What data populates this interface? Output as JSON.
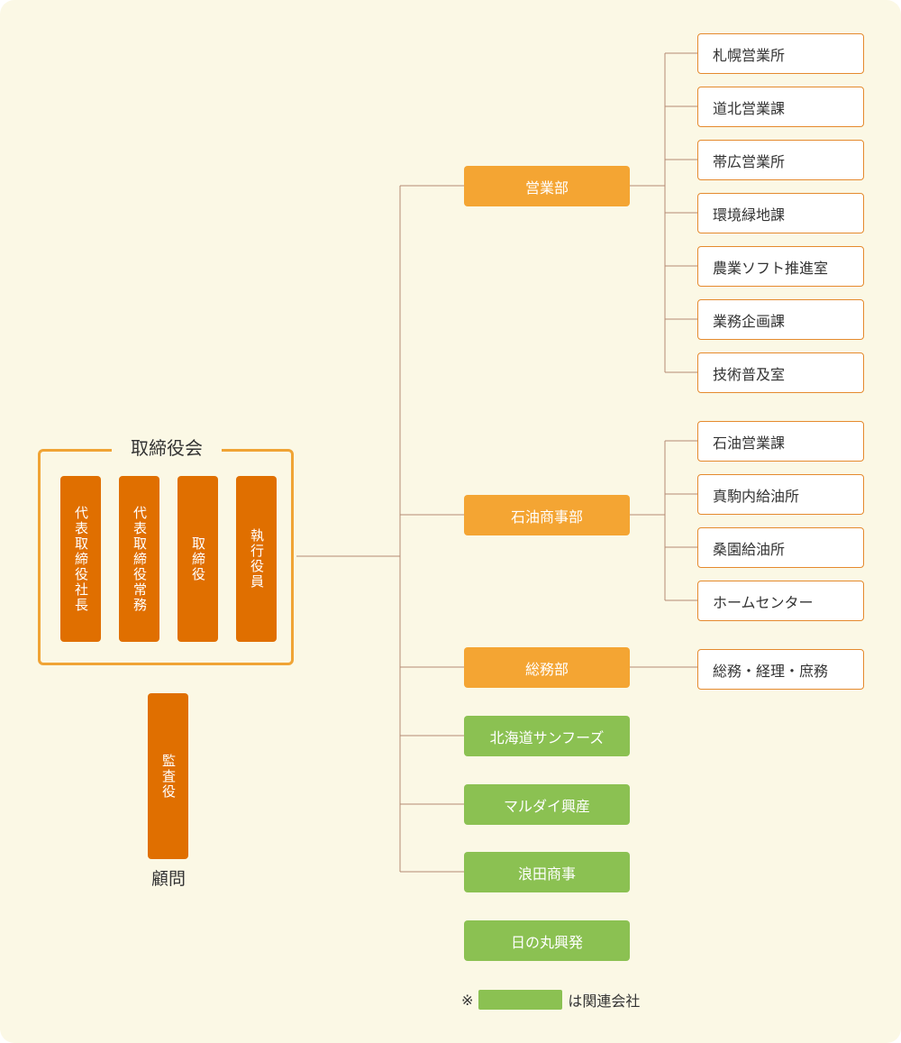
{
  "board": {
    "title": "取締役会",
    "members": [
      {
        "label": "代表取締役社長"
      },
      {
        "label": "代表取締役常務"
      },
      {
        "label": "取締役"
      },
      {
        "label": "執行役員"
      }
    ]
  },
  "auditor": {
    "label": "監査役"
  },
  "advisor": {
    "label": "顧問"
  },
  "departments": [
    {
      "label": "営業部",
      "sections": [
        "札幌営業所",
        "道北営業課",
        "帯広営業所",
        "環境緑地課",
        "農業ソフト推進室",
        "業務企画課",
        "技術普及室"
      ]
    },
    {
      "label": "石油商事部",
      "sections": [
        "石油営業課",
        "真駒内給油所",
        "桑園給油所",
        "ホームセンター"
      ]
    },
    {
      "label": "総務部",
      "sections": [
        "総務・経理・庶務"
      ]
    }
  ],
  "affiliates": [
    "北海道サンフーズ",
    "マルダイ興産",
    "浪田商事",
    "日の丸興発"
  ],
  "legend": {
    "prefix": "※",
    "label": "は関連会社",
    "color": "#8bc152"
  },
  "colors": {
    "background": "#fbf8e5",
    "board": "#e06f00",
    "department": "#f4a533",
    "affiliate": "#8bc152",
    "line": "#b48a72"
  }
}
